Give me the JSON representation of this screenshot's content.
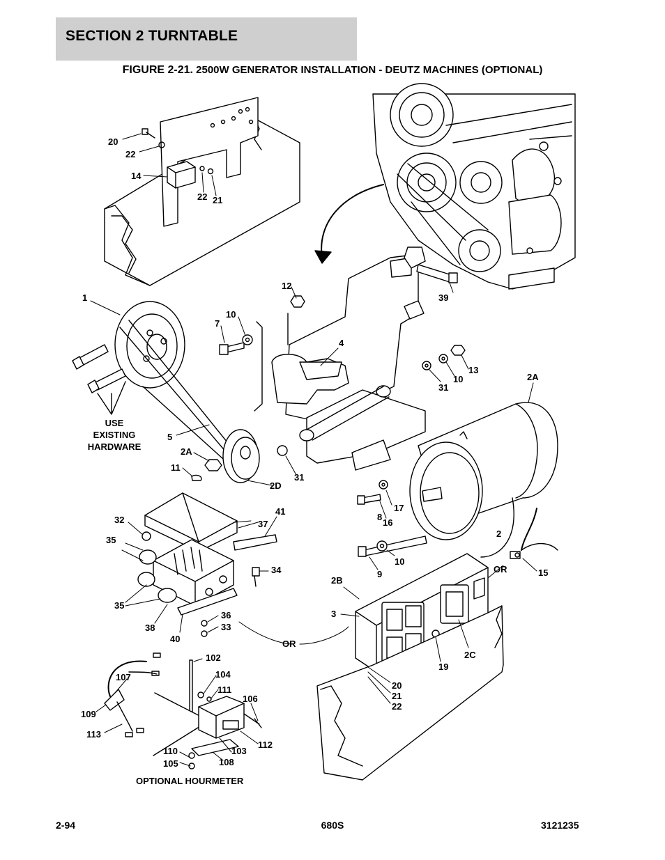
{
  "header": {
    "section": "SECTION 2   TURNTABLE"
  },
  "figure": {
    "number": "FIGURE 2-21.",
    "title": "2500W GENERATOR INSTALLATION - DEUTZ MACHINES (OPTIONAL)"
  },
  "callouts": {
    "c20a": "20",
    "c22a": "22",
    "c14": "14",
    "c22b": "22",
    "c21a": "21",
    "c1": "1",
    "c12": "12",
    "c10a": "10",
    "c7": "7",
    "c4": "4",
    "c39": "39",
    "c31a": "31",
    "c10b": "10",
    "c13": "13",
    "c2A_top": "2A",
    "c5": "5",
    "c2A_nut": "2A",
    "c11": "11",
    "c2D": "2D",
    "c31b": "31",
    "c17": "17",
    "c8": "8",
    "c16": "16",
    "c2": "2",
    "c10c": "10",
    "c9": "9",
    "c15": "15",
    "c32": "32",
    "c37": "37",
    "c41": "41",
    "c35a": "35",
    "c34": "34",
    "c35b": "35",
    "c36": "36",
    "c33": "33",
    "c38": "38",
    "c40": "40",
    "c2B": "2B",
    "c3": "3",
    "c2C": "2C",
    "c19": "19",
    "c20b": "20",
    "c21b": "21",
    "c22c": "22",
    "c102": "102",
    "c104": "104",
    "c107": "107",
    "c111": "111",
    "c106": "106",
    "c109": "109",
    "c113": "113",
    "c112": "112",
    "c103": "103",
    "c110": "110",
    "c105": "105",
    "c108": "108"
  },
  "labels": {
    "use": "USE",
    "existing": "EXISTING",
    "hardware": "HARDWARE",
    "or1": "OR",
    "or2": "OR",
    "optional_hourmeter": "OPTIONAL HOURMETER"
  },
  "footer": {
    "page": "2-94",
    "model": "680S",
    "doc_number": "3121235"
  }
}
